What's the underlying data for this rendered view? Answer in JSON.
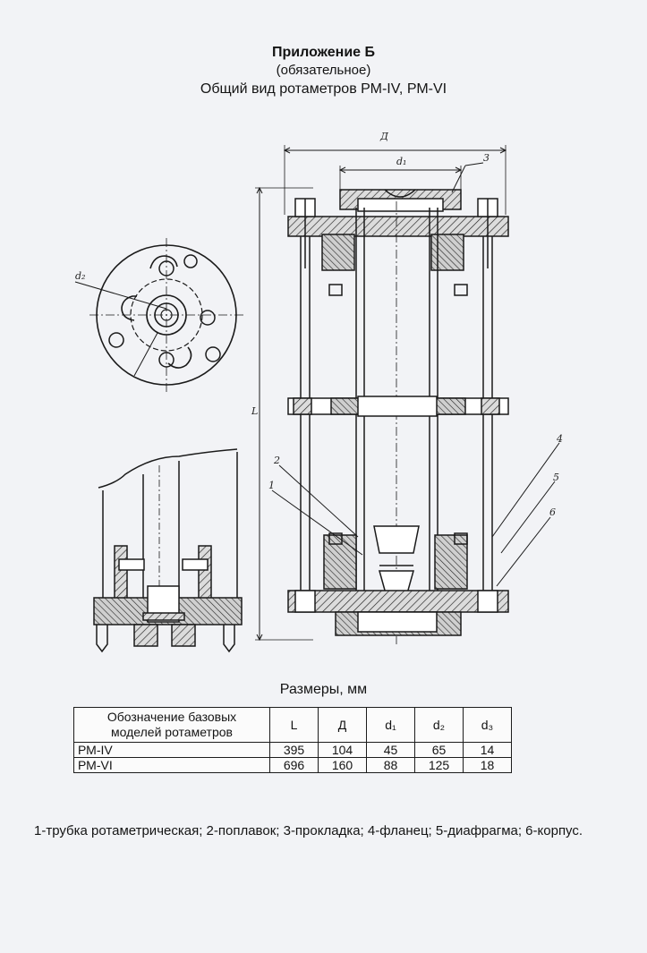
{
  "header": {
    "title": "Приложение Б",
    "subtitle": "(обязательное)",
    "caption": "Общий вид ротаметров РМ-IV, РМ-VI"
  },
  "drawing": {
    "labels": {
      "D": "Д",
      "d1": "d₁",
      "d2": "d₂",
      "L": "L",
      "p1": "1",
      "p2": "2",
      "p3": "3",
      "p4": "4",
      "p5": "5",
      "p6": "6"
    }
  },
  "table": {
    "caption": "Размеры, мм",
    "header": {
      "name_line1": "Обозначение базовых",
      "name_line2": "моделей ротаметров",
      "cols": [
        "L",
        "Д",
        "d₁",
        "d₂",
        "d₃"
      ]
    },
    "rows": [
      {
        "name": "РМ-IV",
        "values": [
          "395",
          "104",
          "45",
          "65",
          "14"
        ]
      },
      {
        "name": "РМ-VI",
        "values": [
          "696",
          "160",
          "88",
          "125",
          "18"
        ]
      }
    ]
  },
  "legend": {
    "text": "1-трубка ротаметрическая; 2-поплавок; 3-прокладка; 4-фланец; 5-диафрагма; 6-корпус."
  }
}
